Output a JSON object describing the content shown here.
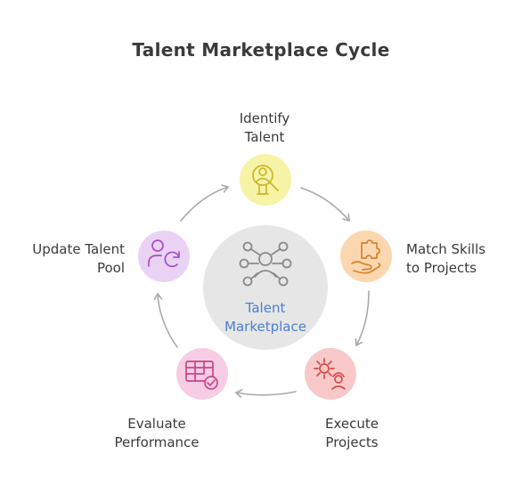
{
  "title": "Talent Marketplace Cycle",
  "center": {
    "line1": "Talent",
    "line2": "Marketplace",
    "icon": "network-person-icon"
  },
  "steps": [
    {
      "line1": "Identify",
      "line2": "Talent",
      "icon": "talent-search-icon",
      "color": "#f7f3a6",
      "stroke": "#c9b62a"
    },
    {
      "line1": "Match Skills",
      "line2": "to Projects",
      "icon": "puzzle-hand-icon",
      "color": "#fbd7b0",
      "stroke": "#d9822b"
    },
    {
      "line1": "Execute",
      "line2": "Projects",
      "icon": "gear-worker-icon",
      "color": "#f9c9c9",
      "stroke": "#d54a4a"
    },
    {
      "line1": "Evaluate",
      "line2": "Performance",
      "icon": "table-check-icon",
      "color": "#f7cde3",
      "stroke": "#c8468c"
    },
    {
      "line1": "Update Talent",
      "line2": "Pool",
      "icon": "user-refresh-icon",
      "color": "#ead2f5",
      "stroke": "#a450c8"
    }
  ],
  "colors": {
    "center_fill": "#e6e6e6",
    "arrow": "#a9a9a9",
    "center_text": "#4a7fd0"
  }
}
